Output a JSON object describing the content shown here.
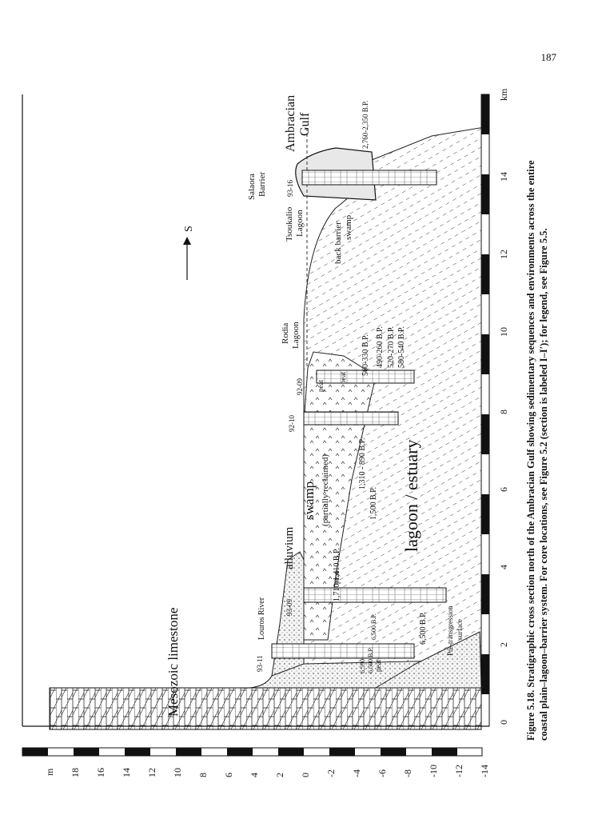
{
  "page_number": "187",
  "caption": {
    "line1": "Figure 5.18. Stratigraphic cross section north of the Ambracian Gulf showing sedimentary sequences and environments across the entire",
    "line2": "coastal plain–lagoon–barrier system. For core locations, see Figure 5.2 (section is labeled I–I′); for legend, see Figure 5.5."
  },
  "section": {
    "x_unit": "km",
    "y_unit": "m",
    "x_ticks": [
      "0",
      "2",
      "4",
      "6",
      "8",
      "10",
      "12",
      "14"
    ],
    "y_ticks": [
      "18",
      "16",
      "14",
      "12",
      "10",
      "8",
      "6",
      "4",
      "2",
      "0",
      "-2",
      "-4",
      "-6",
      "-8",
      "-10",
      "-12",
      "-14"
    ],
    "north_arrow": "S",
    "labels": {
      "mesozoic": "Mesozoic limestone",
      "alluvium": "alluvium",
      "swamp": "swamp",
      "swamp_sub": "(partially reclaimed)",
      "lagoon": "lagoon / estuary",
      "louros": "Louros River",
      "pre1": "Pre-transgression",
      "pre2": "surface",
      "rodia1": "Rodia",
      "rodia2": "Lagoon",
      "tsouk1": "Tsoukalio",
      "tsouk2": "Lagoon",
      "back1": "back barrier",
      "back2": "swamp",
      "salaora1": "Salaora",
      "salaora2": "Barrier",
      "ambr1": "Ambracian",
      "ambr2": "Gulf",
      "peat": "peat",
      "peat2": "peat",
      "peat3": "peat",
      "peat4": "peat"
    },
    "cores": [
      "93-11",
      "93-09",
      "92-10",
      "92-09",
      "93-16"
    ],
    "dates": [
      "1,710-1,410 B.P.",
      "1,500 B.P.",
      "1,310 - 890 B.P.",
      "560-330 B.P.",
      "490-260 B.P.",
      "520-270 B.P.",
      "580-540 B.P.",
      "2,760-2,350 B.P.",
      "6,500 B.P.",
      "6,500 B.P.",
      "6,590-",
      "6,500 B.P."
    ]
  }
}
